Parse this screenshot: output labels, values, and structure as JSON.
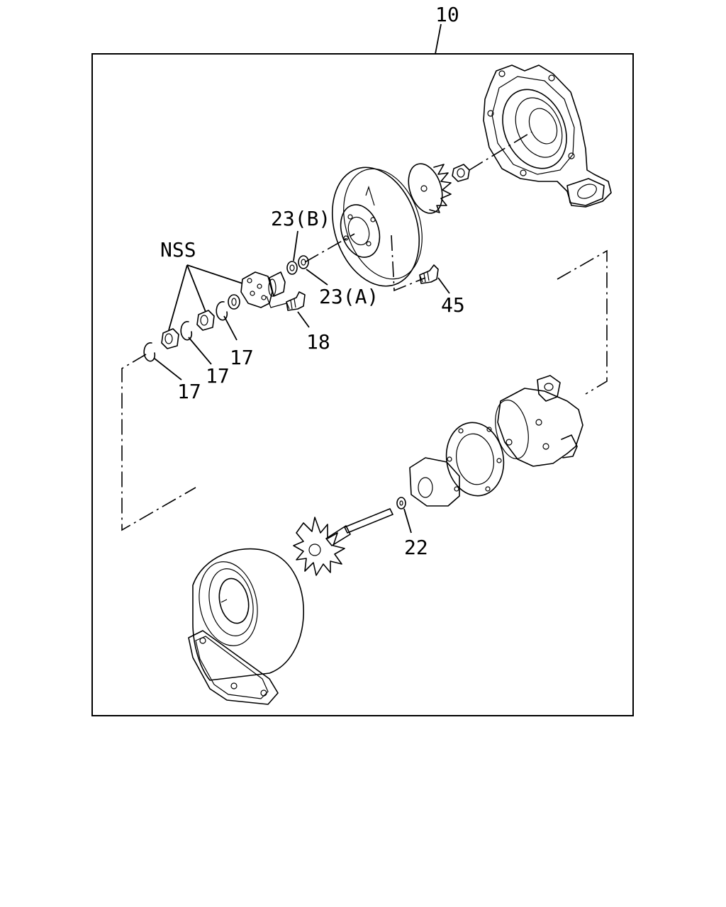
{
  "callouts": {
    "assembly": "10",
    "nss": "NSS",
    "bolt_23b": "23(B)",
    "washer_23a": "23(A)",
    "screw_45": "45",
    "screw_18": "18",
    "ring_17_a": "17",
    "ring_17_b": "17",
    "ring_17_c": "17",
    "washer_22": "22"
  }
}
